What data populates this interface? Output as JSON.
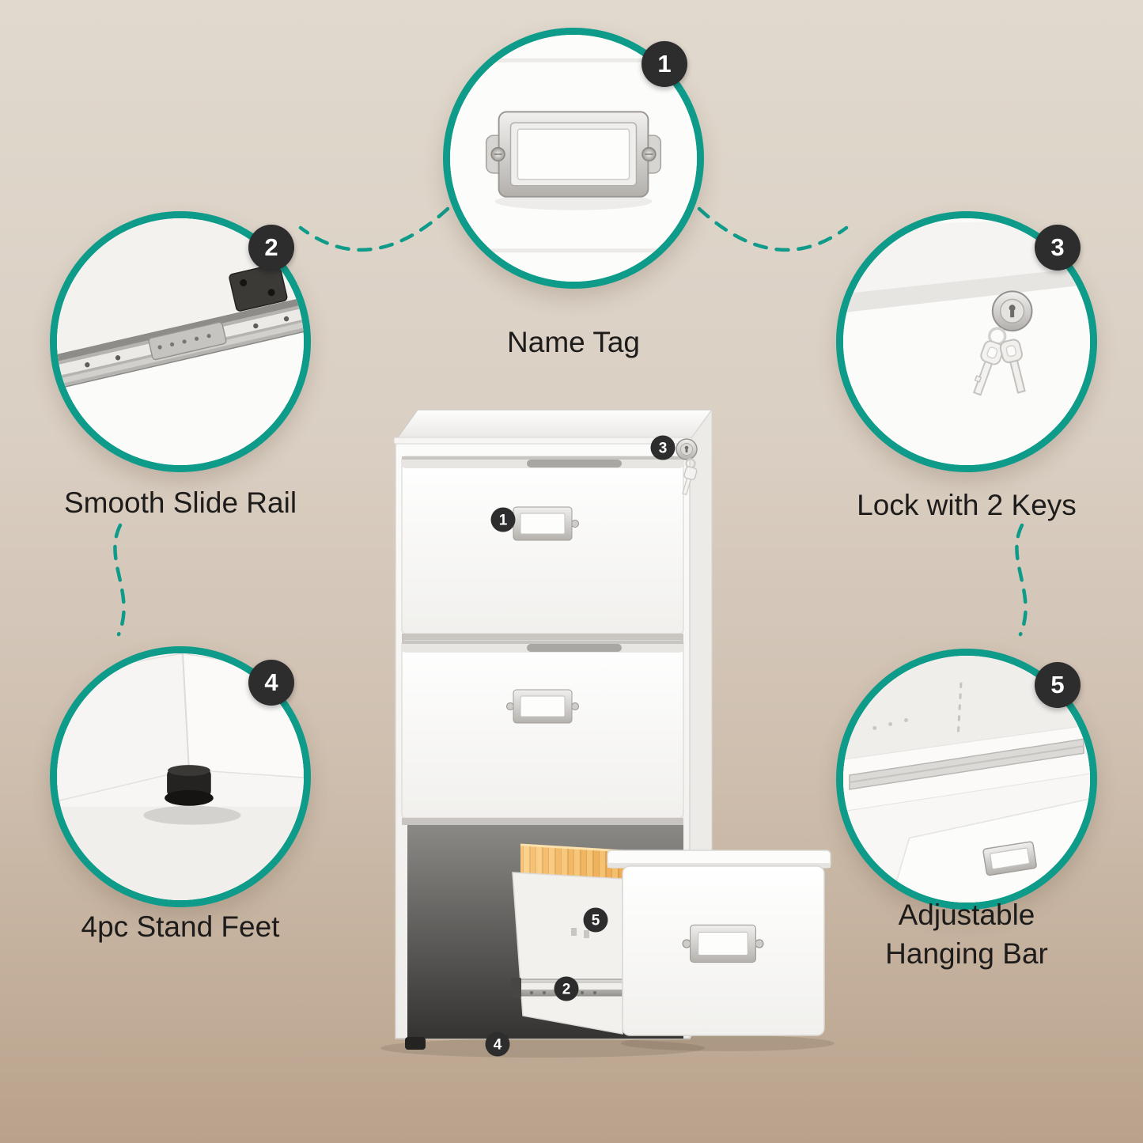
{
  "palette": {
    "accent_teal": "#0f9b8a",
    "badge_dark": "#2d2d2d",
    "background_top": "#e1d9ce",
    "background_bottom": "#b9a28b",
    "cabinet_white": "#fafaf8",
    "folder_yellow": "#f6bd63",
    "folder_orange": "#efa03c"
  },
  "features": [
    {
      "number": "1",
      "label": "Name Tag"
    },
    {
      "number": "2",
      "label": "Smooth Slide Rail"
    },
    {
      "number": "3",
      "label": "Lock with 2 Keys"
    },
    {
      "number": "4",
      "label": "4pc Stand Feet"
    },
    {
      "number": "5",
      "label": "Adjustable Hanging Bar"
    }
  ],
  "cabinet": {
    "drawer_count": 3,
    "open_drawer": "bottom",
    "marker_numbers": [
      "1",
      "2",
      "3",
      "4",
      "5"
    ]
  }
}
